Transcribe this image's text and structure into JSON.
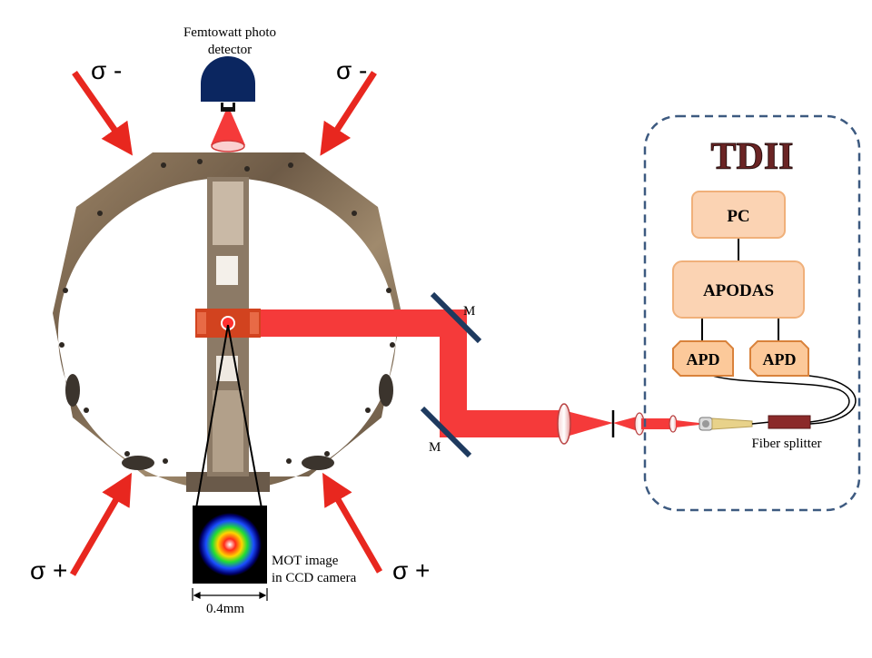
{
  "detector": {
    "label_line1": "Femtowatt photo",
    "label_line2": "detector"
  },
  "beams": {
    "top_left": "σ -",
    "top_right": "σ -",
    "bottom_left": "σ +",
    "bottom_right": "σ +"
  },
  "mirrors": {
    "upper": "M",
    "lower": "M"
  },
  "mot_image": {
    "label_line1": "MOT image",
    "label_line2": "in CCD camera",
    "scale": "0.4mm"
  },
  "tdii": {
    "title": "TDII",
    "pc": "PC",
    "apodas": "APODAS",
    "apd_left": "APD",
    "apd_right": "APD",
    "fiber_splitter": "Fiber splitter"
  },
  "colors": {
    "beam_red": "#f53a3a",
    "arrow_red": "#e8271f",
    "box_fill": "#fbd3b3",
    "box_stroke": "#f0b07a",
    "apd_fill": "#fcc99a",
    "apd_stroke": "#d9823b",
    "dashed_border": "#3d5a80",
    "title_color": "#6b2424",
    "detector_navy": "#0b2660",
    "chamber_metal": "#8a7660"
  }
}
